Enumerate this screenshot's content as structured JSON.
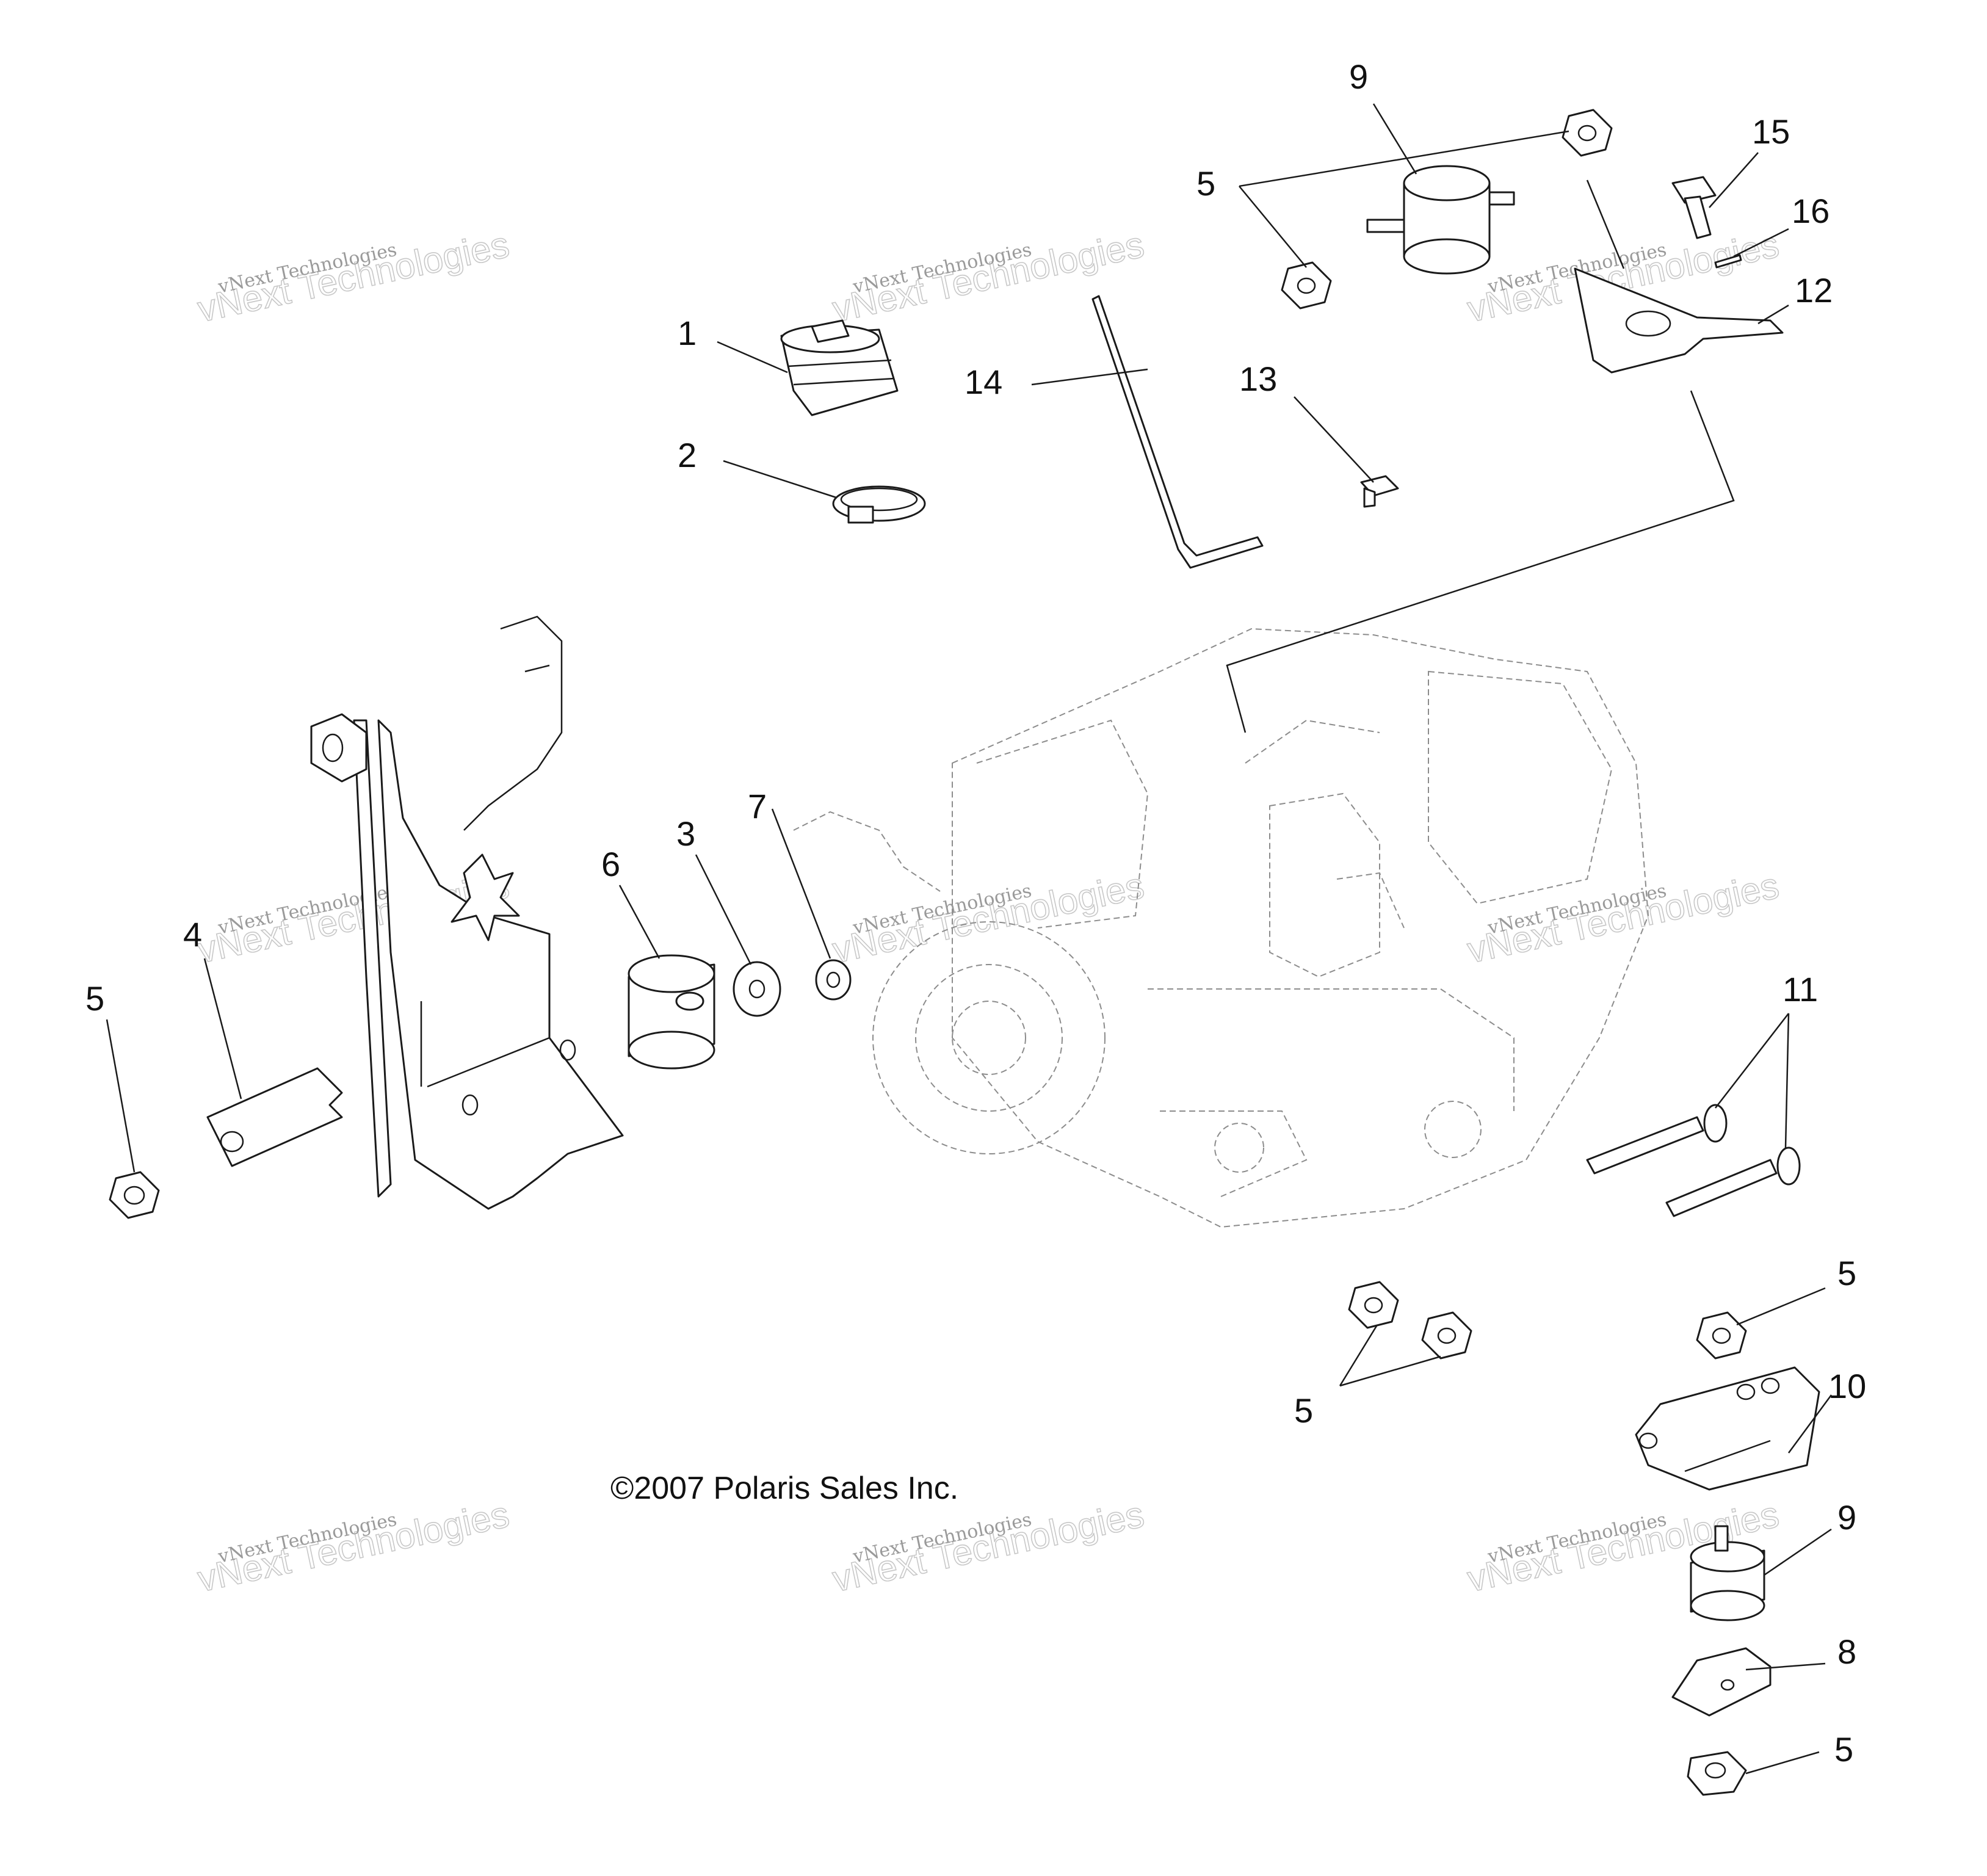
{
  "callouts": [
    "1",
    "2",
    "3",
    "4",
    "5",
    "6",
    "7",
    "8",
    "9",
    "10",
    "11",
    "12",
    "13",
    "14",
    "15",
    "16"
  ],
  "copyright": "©2007 Polaris Sales Inc.",
  "watermark": {
    "line1": "vNext Technologies",
    "line2": "vNext Technologies"
  },
  "colors": {
    "line": "#1a1a1a",
    "ghost": "#8c8c8c",
    "watermark": "#c8c8c8",
    "background": "#ffffff"
  }
}
